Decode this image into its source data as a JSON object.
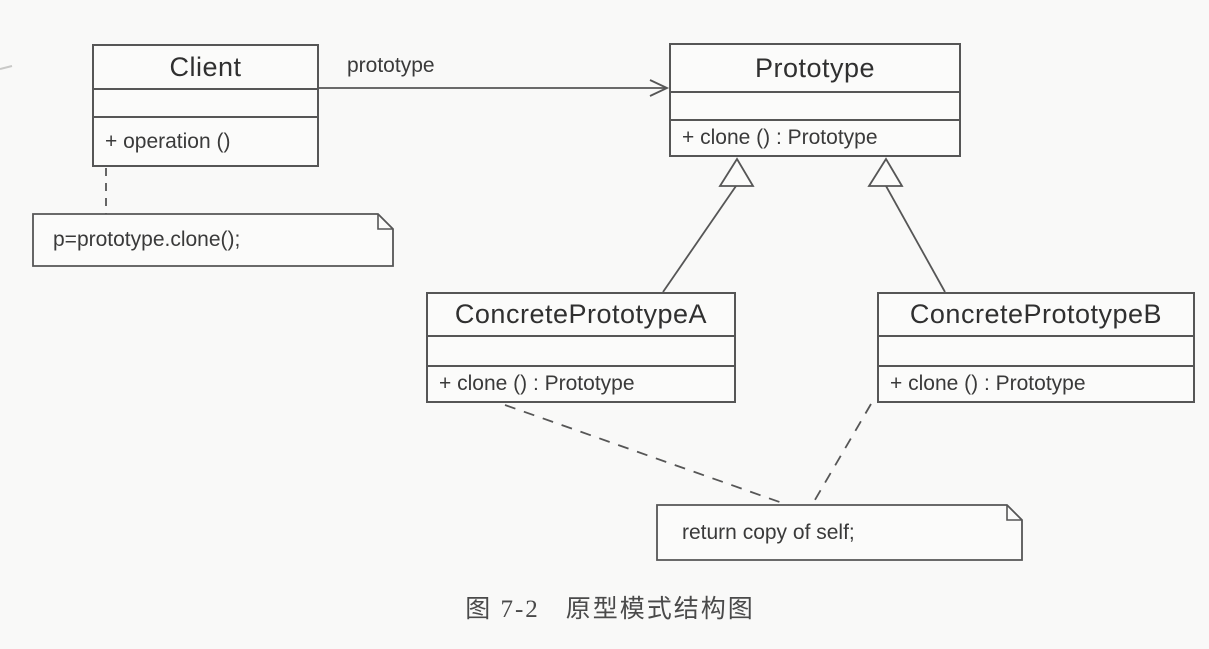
{
  "diagram": {
    "classes": {
      "client": {
        "title": "Client",
        "methods": "+ operation ()"
      },
      "prototype": {
        "title": "Prototype",
        "methods": "+ clone () : Prototype"
      },
      "concrete_a": {
        "title": "ConcretePrototypeA",
        "methods": "+ clone () : Prototype"
      },
      "concrete_b": {
        "title": "ConcretePrototypeB",
        "methods": "+ clone () : Prototype"
      }
    },
    "association": {
      "label": "prototype"
    },
    "notes": {
      "client_note": "p=prototype.clone();",
      "clone_note": "return copy of self;"
    },
    "caption": {
      "figure_label": "图 7-2",
      "title": "原型模式结构图"
    },
    "colors": {
      "line": "#565656",
      "text": "#3a3a3a",
      "paper": "#f9f9f8"
    }
  }
}
